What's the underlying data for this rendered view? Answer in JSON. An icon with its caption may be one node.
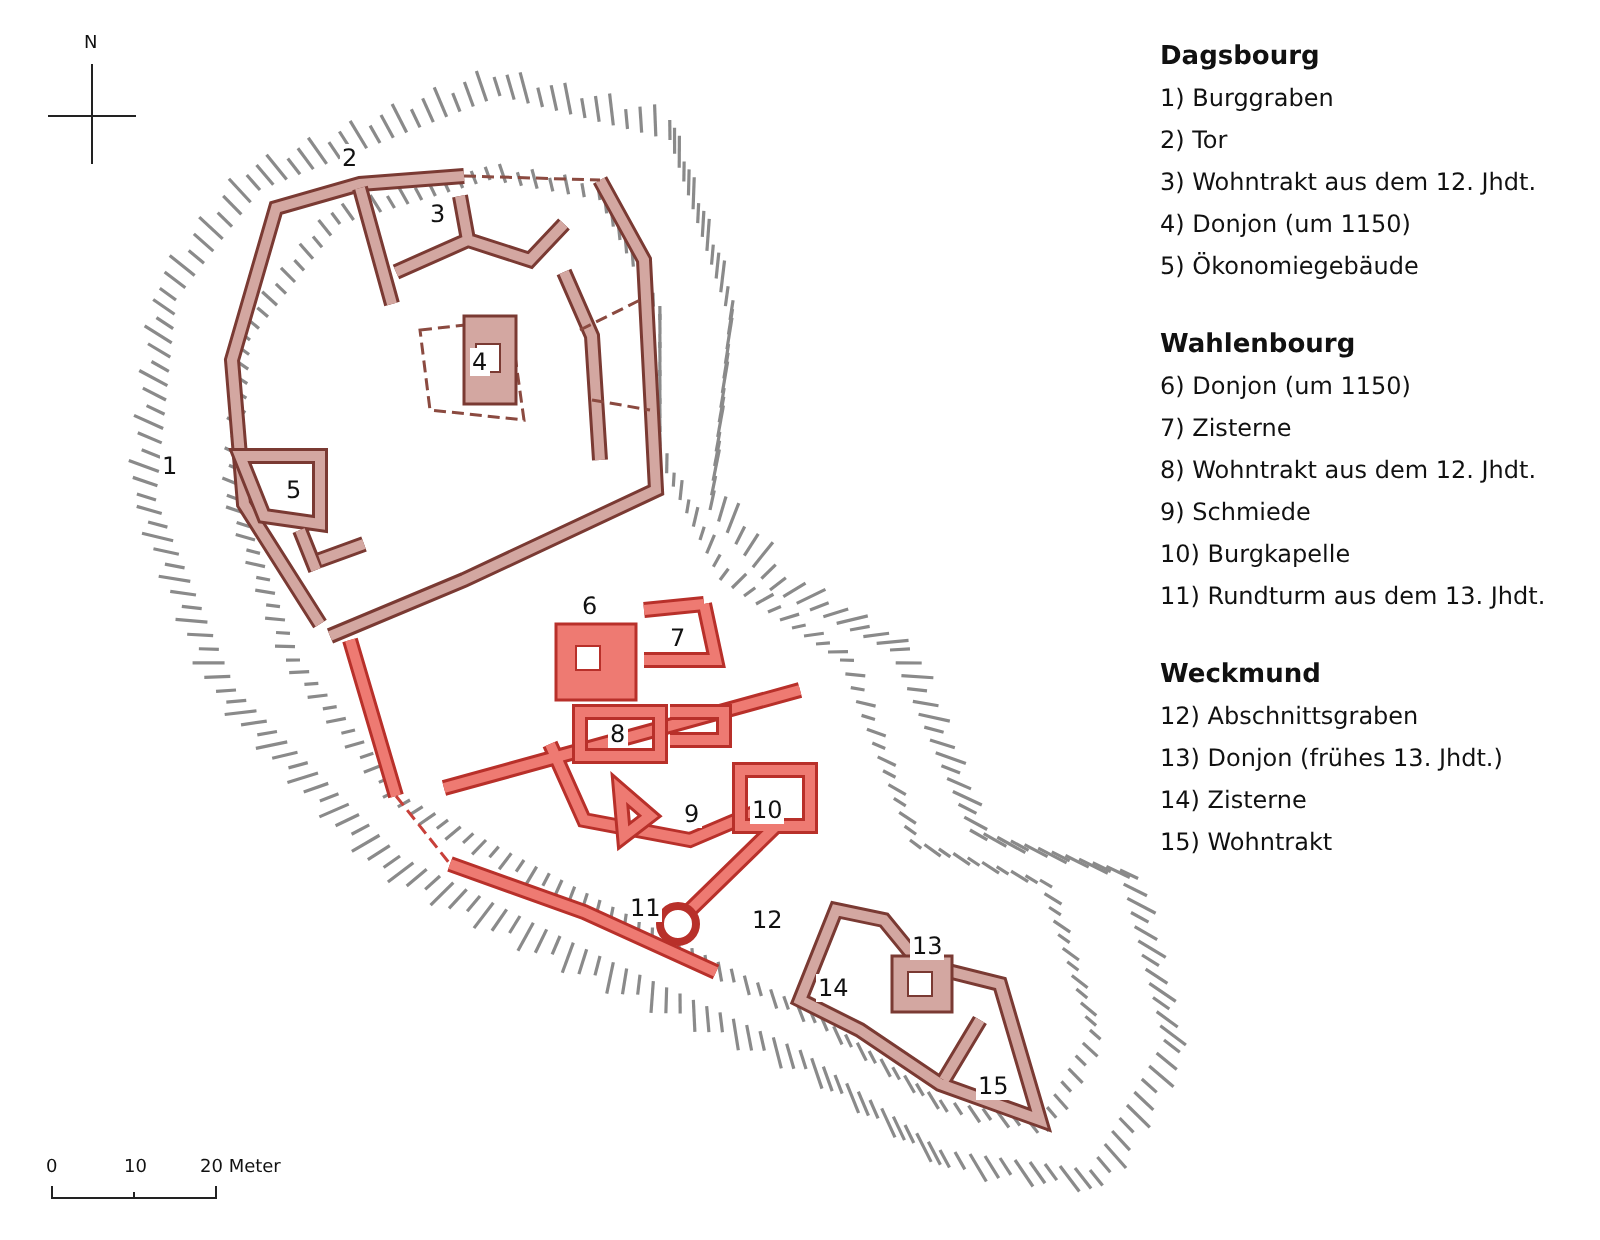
{
  "diagram": {
    "labels": [
      "N",
      "2",
      "3",
      "4",
      "1",
      "5",
      "6",
      "7",
      "8",
      "9",
      "10",
      "11",
      "12",
      "13",
      "14",
      "15",
      "0",
      "10",
      "20 Meter",
      "Dagsbourg",
      "1) Burggraben",
      "2) Tor",
      "3) Wohntrakt aus dem 12. Jhdt.",
      "4) Donjon (um 1150)",
      "5) Ökonomiegebäude",
      "Wahlenbourg",
      "6) Donjon (um 1150)",
      "7) Zisterne",
      "8) Wohntrakt aus dem 12. Jhdt.",
      "9) Schmiede",
      "10) Burgkapelle",
      "11) Rundturm aus dem 13. Jhdt.",
      "Weckmund",
      "12) Abschnittsgraben",
      "13) Donjon (frühes 13. Jhdt.)",
      "14) Zisterne",
      "15) Wohntrakt"
    ]
  }
}
